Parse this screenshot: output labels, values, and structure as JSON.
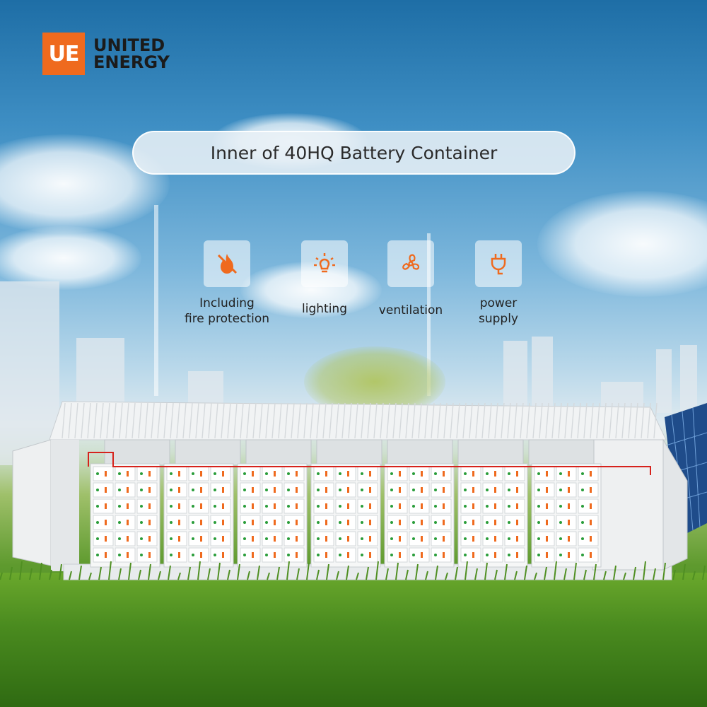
{
  "brand": {
    "logo_mark": "UE",
    "line1": "UNITED",
    "line2": "ENERGY",
    "color": "#ef6a1e"
  },
  "title": "Inner of 40HQ Battery Container",
  "features": [
    {
      "icon": "fire-protection-icon",
      "label": "Including\nfire protection"
    },
    {
      "icon": "lightbulb-icon",
      "label": "lighting"
    },
    {
      "icon": "fan-icon",
      "label": "ventilation"
    },
    {
      "icon": "power-plug-icon",
      "label": "power\nsupply"
    }
  ],
  "colors": {
    "accent": "#ef6a1e",
    "cable": "#d6221c"
  }
}
